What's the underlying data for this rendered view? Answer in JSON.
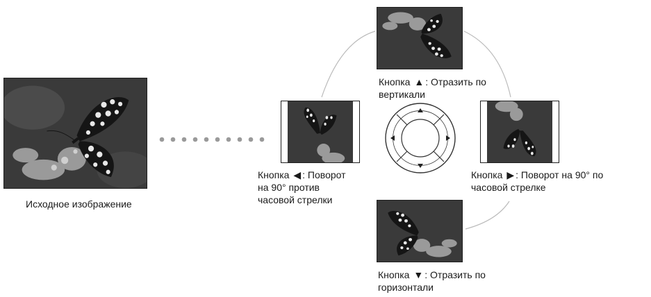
{
  "original": {
    "caption": "Исходное изображение"
  },
  "buttons": {
    "up": {
      "glyph": "▲",
      "prefix": "Кнопка ",
      "text": ": Отразить по",
      "text2": "вертикали"
    },
    "left": {
      "glyph": "◀",
      "prefix": "Кнопка ",
      "text": ": Поворот",
      "text2": "на 90° против",
      "text3": "часовой стрелки"
    },
    "right": {
      "glyph": "▶",
      "prefix": "Кнопка ",
      "text": ": Поворот на 90°  по",
      "text2": "часовой стрелке"
    },
    "down": {
      "glyph": "▼",
      "prefix": "Кнопка ",
      "text": ": Отразить по",
      "text2": "горизонтали"
    }
  },
  "colors": {
    "ring": "#bbbbbb",
    "dots": "#9a9a9a",
    "photo_bg": "#2e2e2e",
    "wing": "#151515"
  }
}
